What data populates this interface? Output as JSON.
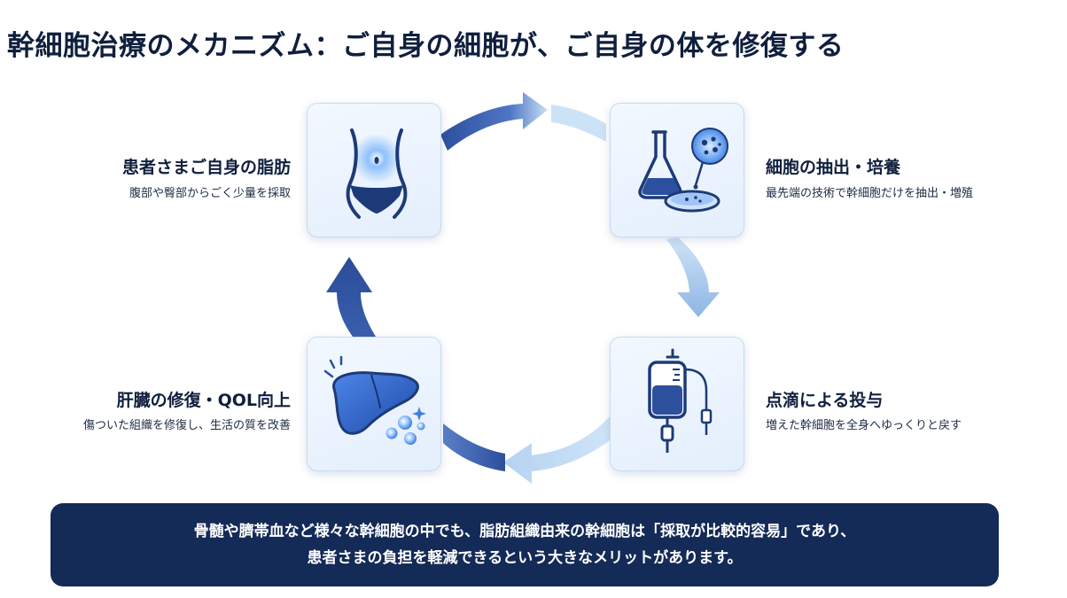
{
  "title": "幹細胞治療のメカニズム：ご自身の細胞が、ご自身の体を修復する",
  "steps": [
    {
      "title": "患者さまご自身の脂肪",
      "description": "腹部や臀部からごく少量を採取",
      "icon": "abdomen-icon"
    },
    {
      "title": "細胞の抽出・培養",
      "description": "最先端の技術で幹細胞だけを抽出・増殖",
      "icon": "lab-flask-petri-icon"
    },
    {
      "title": "点滴による投与",
      "description": "増えた幹細胞を全身へゆっくりと戻す",
      "icon": "iv-drip-icon"
    },
    {
      "title": "肝臓の修復・QOL向上",
      "description": "傷ついた組織を修復し、生活の質を改善",
      "icon": "liver-icon"
    }
  ],
  "note": {
    "line1": "骨髄や臍帯血など様々な幹細胞の中でも、脂肪組織由来の幹細胞は「採取が比較的容易」であり、",
    "line2": "患者さまの負担を軽減できるという大きなメリットがあります。"
  },
  "colors": {
    "primary": "#142a57",
    "arrow_dark": "#2c4f9e",
    "arrow_light": "#b9d7f2",
    "icon_stroke": "#1d3a78",
    "glow_blue": "#3f8cf0"
  }
}
